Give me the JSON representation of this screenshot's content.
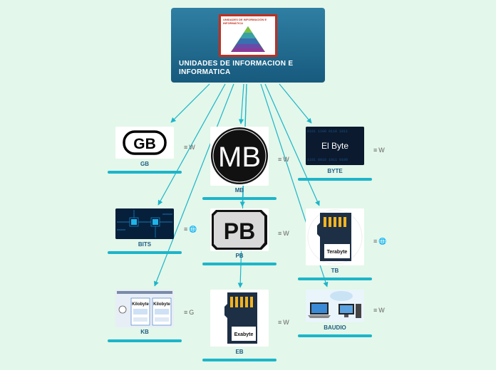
{
  "root": {
    "title": "UNIDADES DE INFORMACION E INFORMATICA",
    "thumbnail_title": "UNIDADES DE INFORMACIÓN E INFORMÁTICA"
  },
  "nodes": {
    "gb": {
      "label": "GB",
      "image_text": "GB",
      "notes_icon": "notes-icon",
      "link_icon": "wikipedia-icon",
      "link_text": "W"
    },
    "mb": {
      "label": "MB",
      "image_text": "MB",
      "notes_icon": "notes-icon",
      "link_icon": "wikipedia-icon",
      "link_text": "W"
    },
    "byte": {
      "label": "BYTE",
      "image_text": "El Byte",
      "notes_icon": "notes-icon",
      "link_icon": "wikipedia-icon",
      "link_text": "W"
    },
    "bits": {
      "label": "BITS",
      "notes_icon": "notes-icon",
      "link_icon": "globe-icon",
      "link_text": "🌐"
    },
    "pb": {
      "label": "PB",
      "image_text": "PB",
      "notes_icon": "notes-icon",
      "link_icon": "wikipedia-icon",
      "link_text": "W"
    },
    "tb": {
      "label": "TB",
      "image_text": "Terabyte",
      "notes_icon": "notes-icon",
      "link_icon": "globe-icon",
      "link_text": "🌐"
    },
    "kb": {
      "label": "KB",
      "image_text_1": "Kilobyte",
      "image_text_2": "Kilobyte",
      "notes_icon": "notes-icon",
      "link_icon": "google-icon",
      "link_text": "G"
    },
    "eb": {
      "label": "EB",
      "image_text": "Exabyte",
      "notes_icon": "notes-icon",
      "link_icon": "wikipedia-icon",
      "link_text": "W"
    },
    "baudio": {
      "label": "BAUDIO",
      "notes_icon": "notes-icon",
      "link_icon": "wikipedia-icon",
      "link_text": "W"
    }
  },
  "colors": {
    "background": "#e3f7ea",
    "root": "#1f6a8f",
    "connector": "#1cb5c9",
    "label": "#1f5d82",
    "underline": "#1cb5c9"
  }
}
